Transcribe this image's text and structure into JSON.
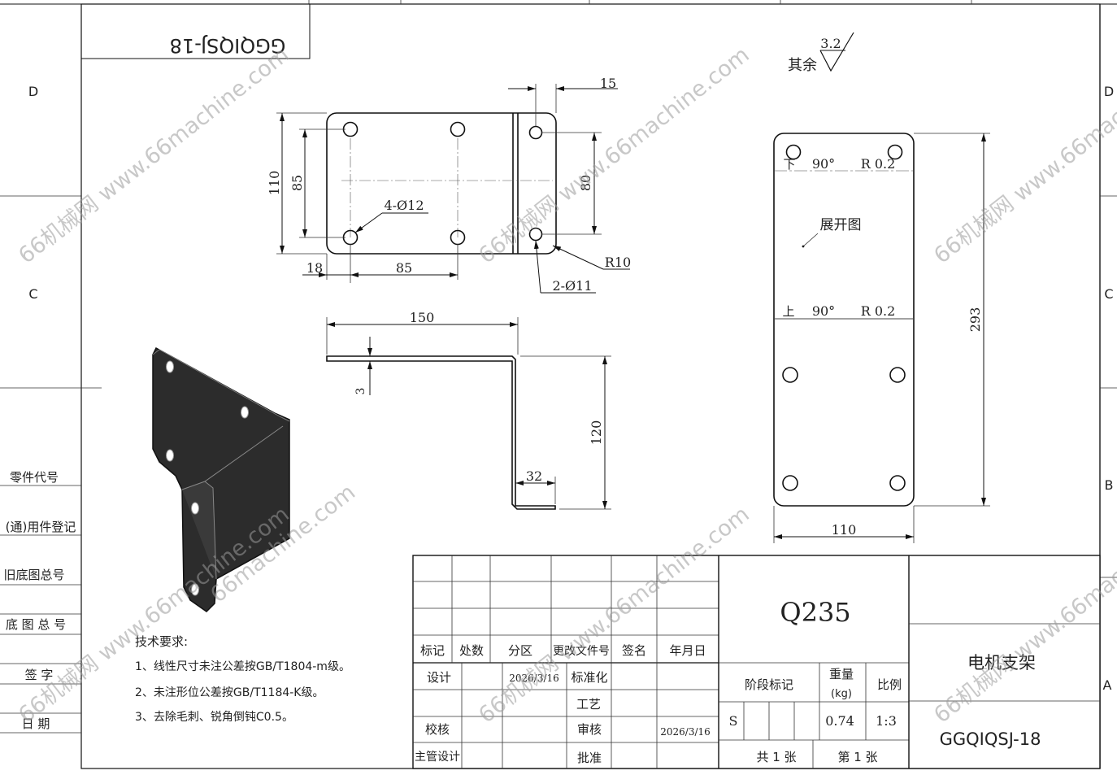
{
  "title_box": {
    "mirrored_code": "GGQIQSJ-18"
  },
  "zones": {
    "left": [
      "D",
      "C"
    ],
    "right": [
      "D",
      "C",
      "B",
      "A"
    ]
  },
  "roughness": {
    "label": "其余",
    "value": "3.2"
  },
  "views": {
    "top": {
      "dim_15": "15",
      "dim_110": "110",
      "dim_85v": "85",
      "dim_80": "80",
      "dim_18": "18",
      "dim_85h": "85",
      "holes_4": "4-Ø12",
      "holes_2": "2-Ø11",
      "radius": "R10"
    },
    "front": {
      "dim_150": "150",
      "dim_3": "3",
      "dim_120": "120",
      "dim_32": "32"
    },
    "flat": {
      "bend_lower_side": "下",
      "bend_upper_side": "上",
      "bend_angle": "90°",
      "bend_radius": "R 0.2",
      "label": "展开图",
      "dim_293": "293",
      "dim_110": "110"
    }
  },
  "left_strip": [
    "零件代号",
    "(通)用件登记",
    "旧底图总号",
    "底 图 总 号",
    "签   字",
    "日   期"
  ],
  "tech_notes": {
    "heading": "技术要求:",
    "items": [
      "1、线性尺寸未注公差按GB/T1804-m级。",
      "2、未注形位公差按GB/T1184-K级。",
      "3、去除毛刺、锐角倒钝C0.5。"
    ]
  },
  "title_block": {
    "material": "Q235",
    "part_name": "电机支架",
    "drawing_no": "GGQIQSJ-18",
    "rev_header": [
      "标记",
      "处数",
      "分区",
      "更改文件号",
      "签名",
      "年月日"
    ],
    "design_label": "设计",
    "design_date": "2026/3/16",
    "standardize_label": "标准化",
    "process_label": "工艺",
    "check_label": "校核",
    "review_label": "审核",
    "review_date": "2026/3/16",
    "chief_label": "主管设计",
    "approve_label": "批准",
    "stage_label": "阶段标记",
    "weight_label": "重量",
    "weight_unit": "(kg)",
    "scale_label": "比例",
    "stage_value": "S",
    "weight_value": "0.74",
    "scale_value": "1:3",
    "sheets_total": "共 1 张",
    "sheet_no": "第 1 张"
  },
  "watermark": [
    "66机械网 www.66machine.com",
    "66machine.com"
  ]
}
